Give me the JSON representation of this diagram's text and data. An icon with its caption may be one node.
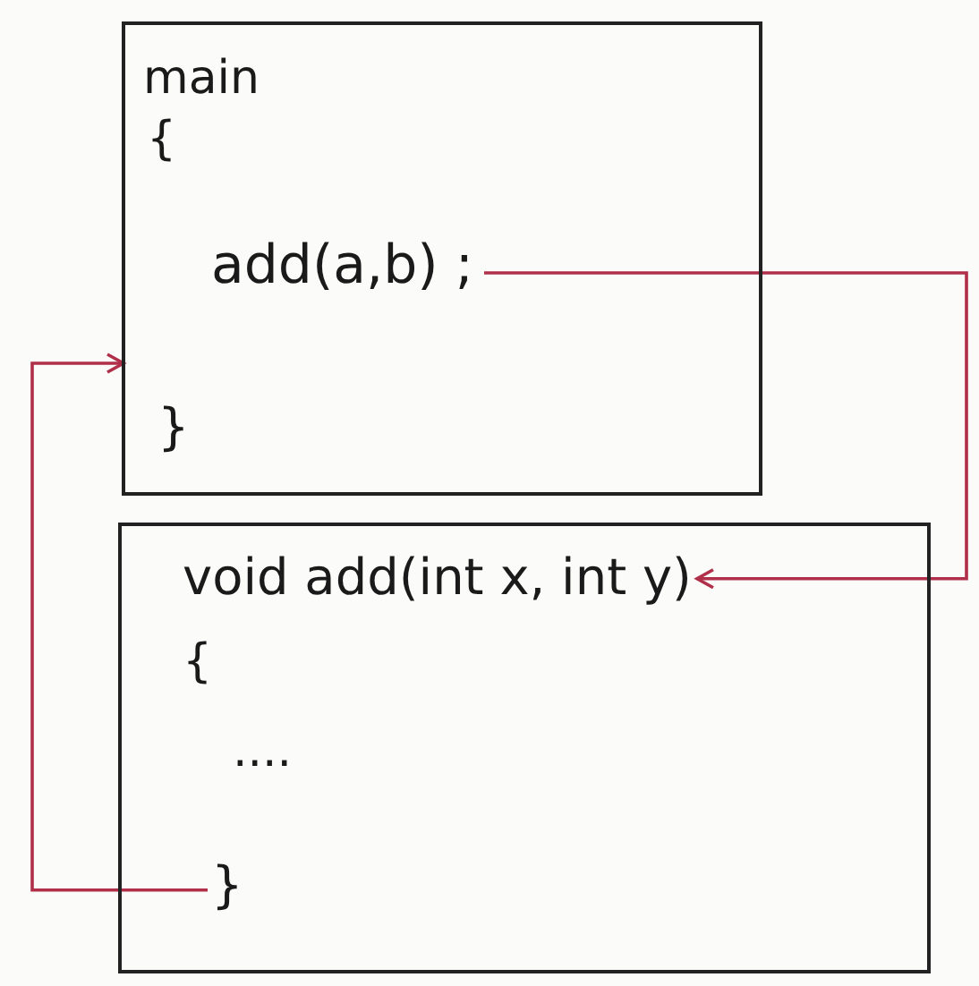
{
  "diagram": {
    "nodes": [
      {
        "text": [],
        "shape": "box"
      },
      {
        "text": [
          "main"
        ],
        "in": 0
      },
      {
        "text": [
          "{"
        ],
        "in": 0
      },
      {
        "text": [
          "add(a,b) ;"
        ],
        "in": 0
      },
      {
        "text": [
          "}"
        ],
        "in": 0
      },
      {
        "text": [],
        "shape": "box"
      },
      {
        "text": [
          "void add(int x, int y)"
        ],
        "in": 5
      },
      {
        "text": [
          "{"
        ],
        "in": 5
      },
      {
        "text": [
          "...."
        ],
        "in": 5
      },
      {
        "text": [
          "}"
        ],
        "in": 5
      }
    ],
    "edges": [
      {
        "from": 3,
        "to": 6,
        "arrow": "to"
      },
      {
        "from": 9,
        "to": 0,
        "arrow": "to"
      }
    ]
  }
}
